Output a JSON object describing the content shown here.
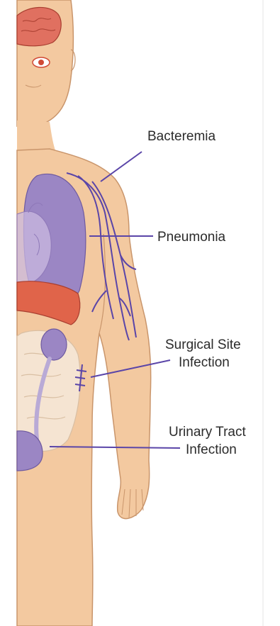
{
  "labels": {
    "bacteremia": "Bacteremia",
    "pneumonia": "Pneumonia",
    "surgical_site_line1": "Surgical Site",
    "surgical_site_line2": "Infection",
    "urinary_tract_line1": "Urinary Tract",
    "urinary_tract_line2": "Infection"
  },
  "colors": {
    "skin": "#f3c9a0",
    "skin_outline": "#c9956b",
    "organ_purple": "#9b86c4",
    "vein_purple": "#5a45a8",
    "liver_red": "#e0644a",
    "brain": "#e07060",
    "leader_line": "#5a45a8",
    "label_text": "#2b2b2b"
  }
}
